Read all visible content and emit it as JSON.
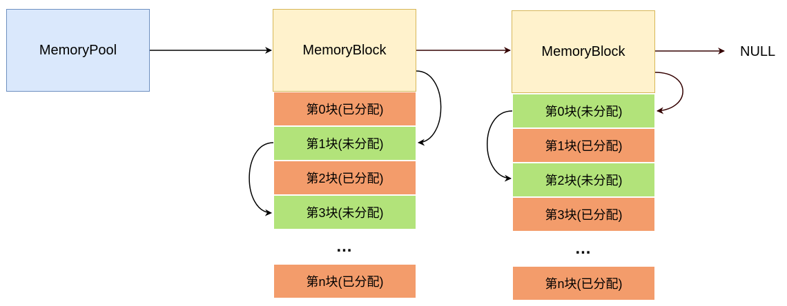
{
  "pool": {
    "label": "MemoryPool"
  },
  "blocks": [
    {
      "label": "MemoryBlock",
      "cells": [
        {
          "label": "第0块(已分配)",
          "state": "allocated"
        },
        {
          "label": "第1块(未分配)",
          "state": "free"
        },
        {
          "label": "第2块(已分配)",
          "state": "allocated"
        },
        {
          "label": "第3块(未分配)",
          "state": "free"
        },
        {
          "label": "…",
          "state": "ellipsis"
        },
        {
          "label": "第n块(已分配)",
          "state": "allocated"
        }
      ]
    },
    {
      "label": "MemoryBlock",
      "cells": [
        {
          "label": "第0块(未分配)",
          "state": "free"
        },
        {
          "label": "第1块(已分配)",
          "state": "allocated"
        },
        {
          "label": "第2块(未分配)",
          "state": "free"
        },
        {
          "label": "第3块(已分配)",
          "state": "allocated"
        },
        {
          "label": "…",
          "state": "ellipsis"
        },
        {
          "label": "第n块(已分配)",
          "state": "allocated"
        }
      ]
    }
  ],
  "null_label": "NULL",
  "colors": {
    "allocated": "#f39c6b",
    "free": "#b2e37a",
    "pool_fill": "#dae8fc",
    "block_fill": "#fff2cc",
    "link_arrow": "#330000"
  }
}
